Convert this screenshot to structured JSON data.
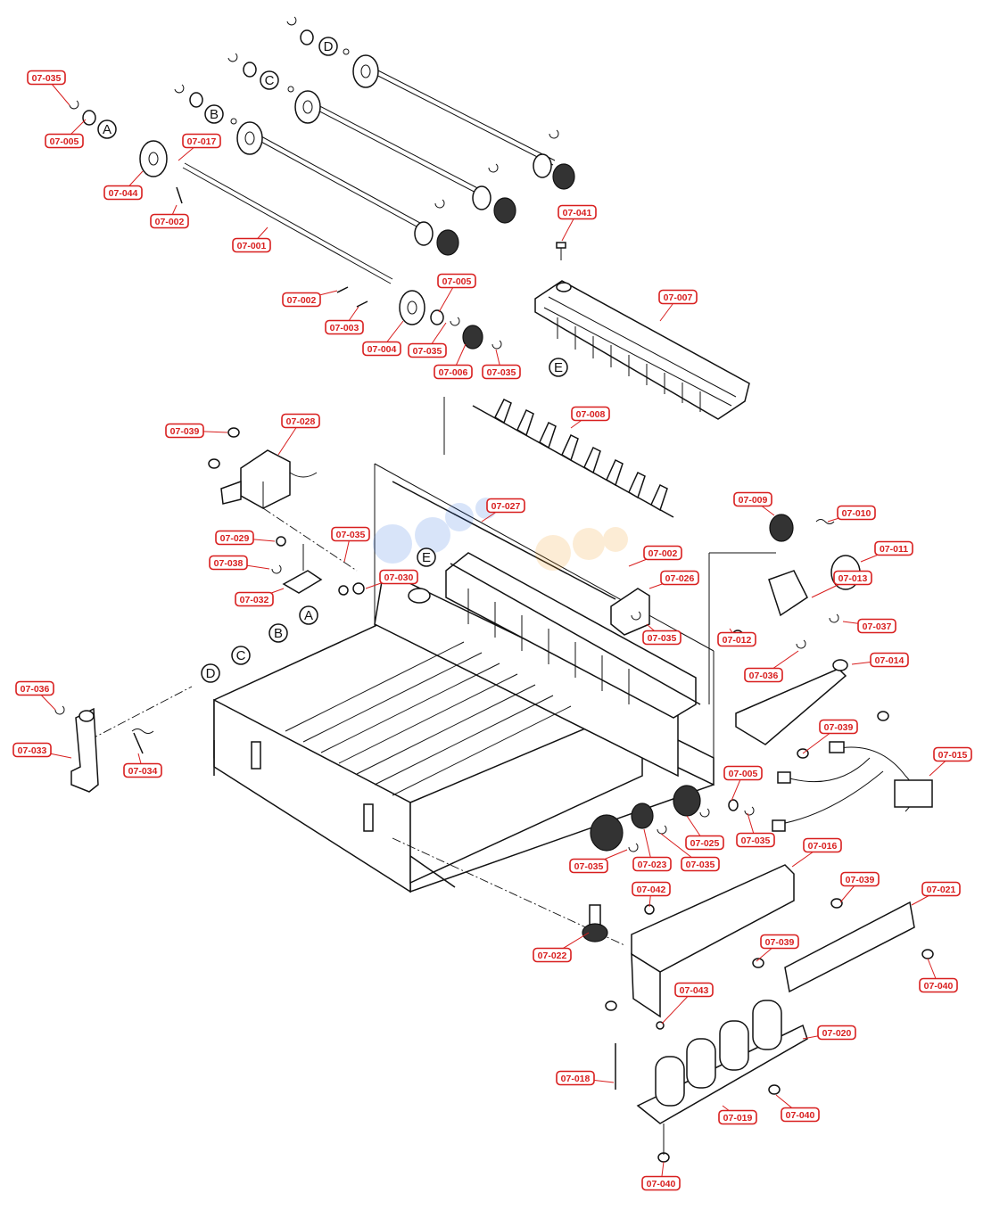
{
  "diagram": {
    "labels": [
      "07-035",
      "07-005",
      "07-044",
      "07-017",
      "07-002",
      "07-001",
      "07-002",
      "07-003",
      "07-004",
      "07-005",
      "07-035",
      "07-006",
      "07-035",
      "07-041",
      "07-007",
      "07-008",
      "07-039",
      "07-028",
      "07-027",
      "07-029",
      "07-035",
      "07-038",
      "07-030",
      "07-032",
      "07-002",
      "07-026",
      "07-009",
      "07-010",
      "07-011",
      "07-013",
      "07-012",
      "07-037",
      "07-035",
      "07-036",
      "07-014",
      "07-036",
      "07-033",
      "07-034",
      "07-039",
      "07-015",
      "07-005",
      "07-025",
      "07-035",
      "07-035",
      "07-023",
      "07-035",
      "07-016",
      "07-039",
      "07-021",
      "07-042",
      "07-022",
      "07-039",
      "07-040",
      "07-043",
      "07-020",
      "07-018",
      "07-019",
      "07-040",
      "07-040"
    ],
    "callouts": [
      "A",
      "B",
      "C",
      "D",
      "E",
      "E",
      "A",
      "B",
      "C",
      "D"
    ]
  }
}
